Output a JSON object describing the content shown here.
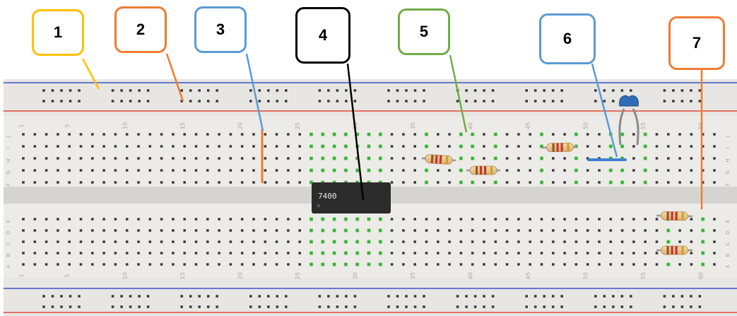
{
  "callouts": [
    {
      "label": "1",
      "color": "#FFC000"
    },
    {
      "label": "2",
      "color": "#ED7D31"
    },
    {
      "label": "3",
      "color": "#5B9BD5"
    },
    {
      "label": "4",
      "color": "#000000"
    },
    {
      "label": "5",
      "color": "#70AD47"
    },
    {
      "label": "6",
      "color": "#5B9BD5"
    },
    {
      "label": "7",
      "color": "#ED7D31"
    }
  ],
  "breadboard": {
    "column_numbers": [
      "1",
      "5",
      "10",
      "15",
      "20",
      "25",
      "30",
      "35",
      "40",
      "45",
      "50",
      "55",
      "60"
    ],
    "row_letters_top": [
      "J",
      "I",
      "H",
      "G",
      "F"
    ],
    "row_letters_bottom": [
      "E",
      "D",
      "C",
      "B",
      "A"
    ],
    "rail_colors": {
      "red": "#E04A3A",
      "blue": "#3A55C8"
    }
  },
  "chip": {
    "label": "7400"
  },
  "components": {
    "wire_color": "#ED7D31",
    "jumper_color": "#3F7FD0",
    "capacitor_color": "#2F6DB5",
    "resistor_count": 5
  }
}
